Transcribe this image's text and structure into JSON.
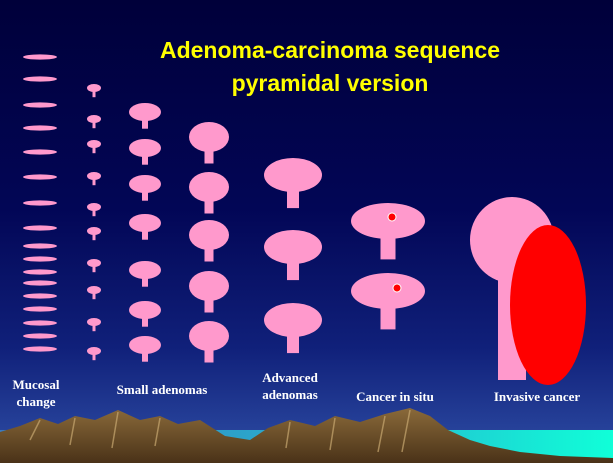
{
  "slide": {
    "title_line_1": "Adenoma-carcinoma sequence",
    "title_line_2": "pyramidal version",
    "stages": [
      {
        "label": "Mucosal change"
      },
      {
        "label": "Small adenomas"
      },
      {
        "label": "Advanced adenomas"
      },
      {
        "label": "Cancer in situ"
      },
      {
        "label": "Invasive cancer"
      }
    ]
  },
  "colors": {
    "polyp": "#ff99cc",
    "cancer": "#ff0000",
    "title": "#ffff00",
    "label": "#ffffff"
  }
}
